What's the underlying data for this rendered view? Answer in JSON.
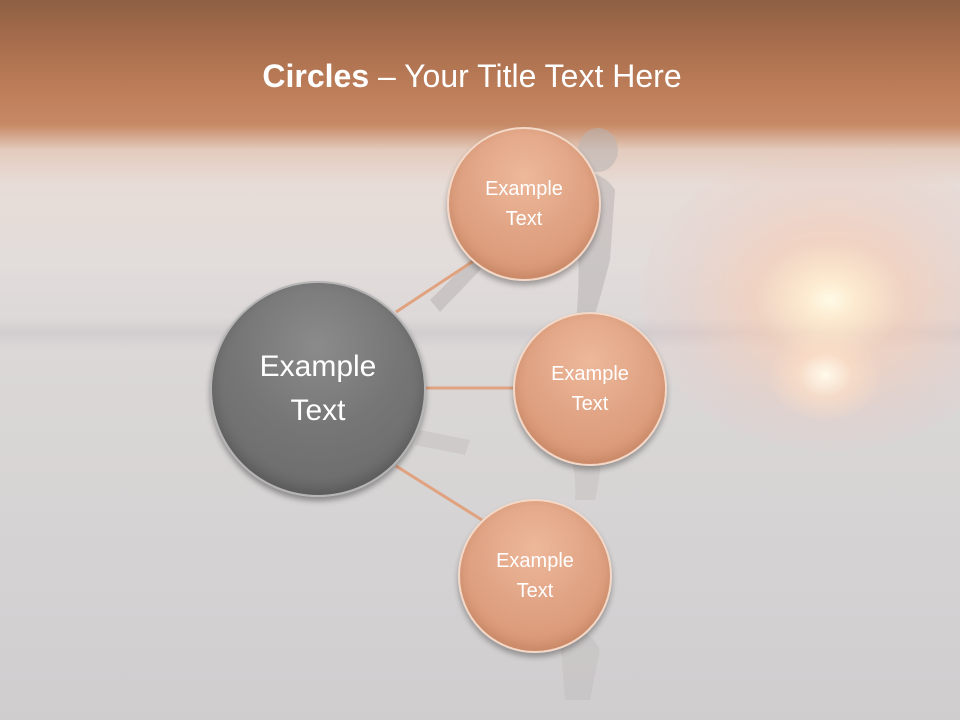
{
  "slide": {
    "title_bold": "Circles",
    "title_rest": " – Your Title Text Here"
  },
  "diagram": {
    "hub": {
      "line1": "Example",
      "line2": "Text"
    },
    "nodes": [
      {
        "line1": "Example",
        "line2": "Text"
      },
      {
        "line1": "Example",
        "line2": "Text"
      },
      {
        "line1": "Example",
        "line2": "Text"
      }
    ]
  },
  "colors": {
    "hub_fill": "#767676",
    "node_fill": "#dfa282",
    "connector": "#e0a27f",
    "title_text": "#ffffff"
  }
}
